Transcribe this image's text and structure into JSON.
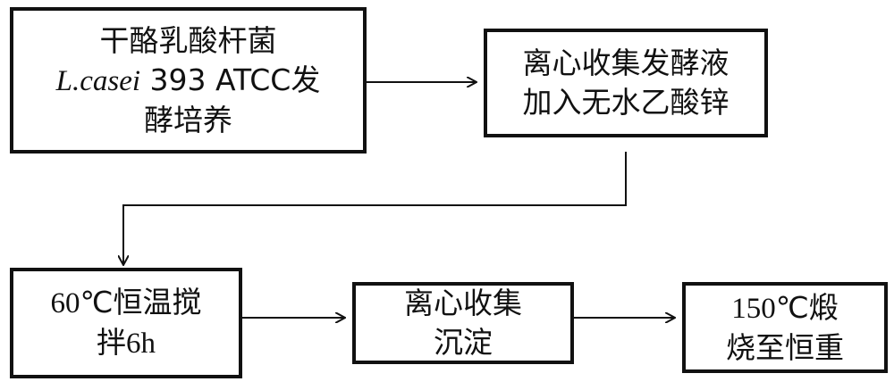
{
  "steps": [
    {
      "id": "ferment",
      "lines": [
        {
          "parts": [
            {
              "text": "干酪乳酸杆菌",
              "style": ""
            }
          ]
        },
        {
          "parts": [
            {
              "text": "L.casei",
              "style": "serif italic"
            },
            {
              "text": " 393 ATCC",
              "style": ""
            },
            {
              "text": "发",
              "style": ""
            }
          ]
        },
        {
          "parts": [
            {
              "text": "酵培养",
              "style": ""
            }
          ]
        }
      ]
    },
    {
      "id": "centrifuge-broth",
      "lines": [
        {
          "parts": [
            {
              "text": "离心收集发酵液",
              "style": ""
            }
          ]
        },
        {
          "parts": [
            {
              "text": "加入无水乙酸锌",
              "style": ""
            }
          ]
        }
      ]
    },
    {
      "id": "stir",
      "lines": [
        {
          "parts": [
            {
              "text": "60",
              "style": "serif"
            },
            {
              "text": "℃恒温搅",
              "style": ""
            }
          ]
        },
        {
          "parts": [
            {
              "text": "拌",
              "style": ""
            },
            {
              "text": "6h",
              "style": "serif"
            }
          ]
        }
      ]
    },
    {
      "id": "centrifuge-precipitate",
      "lines": [
        {
          "parts": [
            {
              "text": "离心收集",
              "style": ""
            }
          ]
        },
        {
          "parts": [
            {
              "text": "沉淀",
              "style": ""
            }
          ]
        }
      ]
    },
    {
      "id": "calcine",
      "lines": [
        {
          "parts": [
            {
              "text": "150",
              "style": "serif"
            },
            {
              "text": "℃煅",
              "style": ""
            }
          ]
        },
        {
          "parts": [
            {
              "text": "烧至恒重",
              "style": ""
            }
          ]
        }
      ]
    }
  ]
}
